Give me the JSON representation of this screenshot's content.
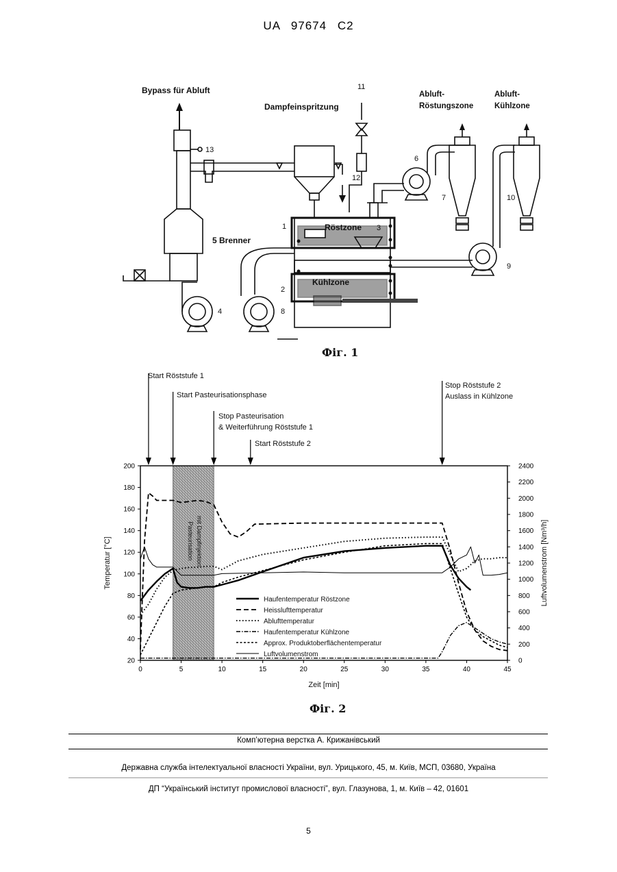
{
  "header": {
    "patent": "UA   97674   C2"
  },
  "fig1": {
    "caption": "Фіг. 1",
    "labels": {
      "bypass": "Bypass für Abluft",
      "dampf": "Dampfeinspritzung",
      "n11": "11",
      "abluft_r1": "Abluft-",
      "abluft_r2": "Röstungszone",
      "abluft_k1": "Abluft-",
      "abluft_k2": "Kühlzone",
      "n13": "13",
      "n12": "12",
      "n6": "6",
      "n7": "7",
      "n10": "10",
      "n1": "1",
      "rostzone": "Röstzone",
      "n3": "3",
      "n5brenner": "5 Brenner",
      "n9": "9",
      "n2": "2",
      "kuhlzone": "Kühlzone",
      "n4": "4",
      "n8": "8"
    }
  },
  "fig2": {
    "caption": "Фіг. 2",
    "annotations": {
      "a1": "Start Röststufe 1",
      "a2": "Start Pasteurisationsphase",
      "a3a": "Stop Pasteurisation",
      "a3b": "& Weiterführung Röststufe 1",
      "a4": "Start Röststufe 2",
      "a5a": "Stop Röststufe 2",
      "a5b": "Auslass in Kühlzone"
    },
    "band_label_1": "Pasteurisation",
    "band_label_2": "mit Dampfinjektion"
  },
  "chart_data": {
    "type": "line",
    "xlabel": "Zeit [min]",
    "ylabel": "Temperatur [°C]",
    "y2label": "Luftvolumenstrom [Nm³/h]",
    "xlim": [
      0,
      45
    ],
    "ylim": [
      20,
      200
    ],
    "y2lim": [
      0,
      2400
    ],
    "x_ticks": [
      "0",
      "5",
      "10",
      "15",
      "20",
      "25",
      "30",
      "35",
      "40",
      "45"
    ],
    "y_ticks": [
      "20",
      "40",
      "60",
      "80",
      "100",
      "120",
      "140",
      "160",
      "180",
      "200"
    ],
    "y2_ticks": [
      "0",
      "200",
      "400",
      "600",
      "800",
      "1000",
      "1200",
      "1400",
      "1600",
      "1800",
      "2000",
      "2200",
      "2400"
    ],
    "shaded_band": {
      "x_start": 4,
      "x_end": 9
    },
    "event_lines_x": [
      1,
      4,
      9,
      13.5,
      37
    ],
    "series": [
      {
        "name": "Haufentemperatur Röstzone",
        "axis": "left",
        "style": "solid-thick",
        "x": [
          0,
          1,
          2,
          3,
          4,
          4.5,
          5,
          6,
          7,
          8,
          9,
          10,
          12,
          15,
          20,
          25,
          30,
          35,
          37,
          38,
          39,
          40,
          40.5
        ],
        "y": [
          75,
          85,
          93,
          100,
          105,
          92,
          88,
          87,
          87,
          88,
          88,
          90,
          94,
          102,
          115,
          121,
          124,
          126,
          126,
          108,
          96,
          88,
          85
        ]
      },
      {
        "name": "Heisslufttemperatur",
        "axis": "left",
        "style": "dashed",
        "x": [
          0,
          0.5,
          1,
          1.5,
          2,
          3,
          4,
          5,
          6,
          7,
          8,
          9,
          10,
          11,
          12,
          13,
          14,
          20,
          25,
          30,
          35,
          37,
          38,
          39,
          40,
          41,
          42,
          43,
          44,
          45
        ],
        "y": [
          30,
          130,
          175,
          172,
          168,
          168,
          168,
          166,
          167,
          168,
          167,
          164,
          148,
          137,
          134,
          139,
          146,
          147,
          147,
          147,
          147,
          147,
          122,
          92,
          65,
          48,
          38,
          33,
          30,
          29
        ]
      },
      {
        "name": "Ablufttemperatur",
        "axis": "left",
        "style": "dotted",
        "x": [
          0,
          1,
          2,
          3,
          4,
          5,
          6,
          7,
          8,
          9,
          10,
          12,
          15,
          20,
          25,
          30,
          35,
          37,
          38,
          39,
          40,
          41,
          42,
          43,
          44,
          45
        ],
        "y": [
          62,
          72,
          86,
          97,
          103,
          105,
          106,
          106,
          107,
          107,
          104,
          112,
          118,
          124,
          130,
          133,
          134,
          134,
          118,
          102,
          105,
          112,
          114,
          114,
          115,
          115
        ]
      },
      {
        "name": "Haufentemperatur Kühlzone",
        "axis": "left",
        "style": "dash-dot",
        "x": [
          0,
          35,
          36,
          36.5,
          37,
          38,
          39,
          40,
          41,
          42,
          43,
          44,
          45
        ],
        "y": [
          22,
          22,
          22,
          22,
          28,
          43,
          52,
          55,
          50,
          45,
          40,
          37,
          35
        ]
      },
      {
        "name": "Approx. Produktoberflächentemperatur",
        "axis": "left",
        "style": "short-dash",
        "x": [
          0,
          1,
          2,
          3,
          4,
          5,
          6,
          7,
          8,
          9,
          10,
          12,
          15,
          20,
          25,
          30,
          35,
          37,
          38,
          39,
          40,
          41,
          42,
          43,
          44,
          45
        ],
        "y": [
          25,
          40,
          55,
          70,
          82,
          85,
          86,
          87,
          88,
          88,
          92,
          97,
          103,
          113,
          120,
          126,
          128,
          128,
          105,
          82,
          60,
          48,
          42,
          38,
          34,
          32
        ]
      },
      {
        "name": "Luftvolumenstrom",
        "axis": "right",
        "style": "solid-thin",
        "x": [
          0,
          0.5,
          1,
          1.5,
          2,
          4,
          5,
          9,
          10,
          15,
          20,
          25,
          30,
          36.5,
          37,
          38,
          39,
          40,
          40.5,
          41,
          41.5,
          42,
          43,
          44,
          45
        ],
        "y": [
          1250,
          1400,
          1250,
          1180,
          1150,
          1150,
          1050,
          1050,
          1070,
          1080,
          1090,
          1080,
          1080,
          1080,
          1080,
          1150,
          1250,
          1300,
          1400,
          1200,
          1300,
          1050,
          1050,
          1060,
          1080
        ]
      }
    ]
  },
  "footer": {
    "line1": "Комп’ютерна верстка А. Крижанівський",
    "line2": "Державна служба інтелектуальної власності України, вул. Урицького, 45, м. Київ, МСП, 03680, Україна",
    "line3": "ДП “Український інститут промислової власності”, вул. Глазунова, 1, м. Київ – 42, 01601"
  },
  "page_number": "5"
}
